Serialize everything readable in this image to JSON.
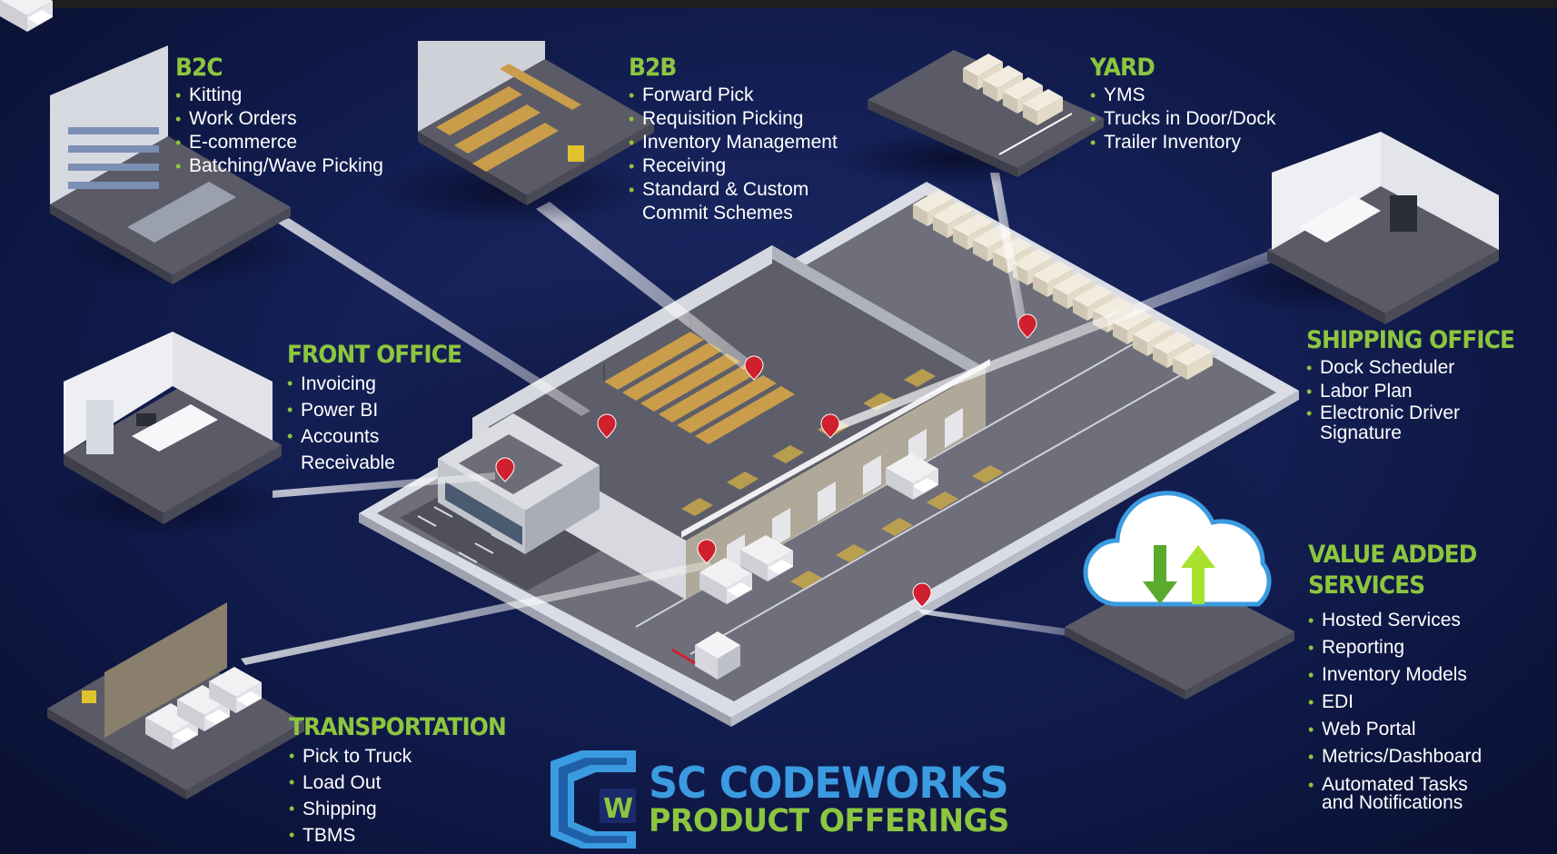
{
  "sections": {
    "b2c": {
      "title": "B2C",
      "items": [
        "Kitting",
        "Work Orders",
        "E-commerce",
        "Batching/Wave Picking"
      ]
    },
    "b2b": {
      "title": "B2B",
      "items": [
        "Forward Pick",
        "Requisition Picking",
        "Inventory Management",
        "Receiving",
        "Standard & Custom"
      ],
      "continuation": "Commit Schemes"
    },
    "yard": {
      "title": "YARD",
      "items": [
        "YMS",
        "Trucks in Door/Dock",
        "Trailer Inventory"
      ]
    },
    "front_office": {
      "title": "FRONT OFFICE",
      "items": [
        "Invoicing",
        "Power BI",
        "Accounts"
      ],
      "continuation": "Receivable"
    },
    "shipping_office": {
      "title": "SHIPPING OFFICE",
      "items": [
        "Dock Scheduler",
        "Labor Plan",
        "Electronic Driver"
      ],
      "continuation": "Signature"
    },
    "value_added": {
      "title_line1": "VALUE ADDED",
      "title_line2": "SERVICES",
      "items": [
        "Hosted Services",
        "Reporting",
        "Inventory Models",
        "EDI",
        "Web Portal",
        "Metrics/Dashboard",
        "Automated Tasks"
      ],
      "continuation": "and Notifications"
    },
    "transportation": {
      "title": "TRANSPORTATION",
      "items": [
        "Pick to Truck",
        "Load Out",
        "Shipping",
        "TBMS"
      ]
    }
  },
  "logo": {
    "brand": "SC CODEWORKS",
    "subtitle": "PRODUCT OFFERINGS",
    "mark_letter": "W"
  },
  "colors": {
    "background": "#142056",
    "accent_green": "#8cc63f",
    "accent_blue": "#3b9be0",
    "pin_red": "#d0202e",
    "text": "#ffffff"
  }
}
